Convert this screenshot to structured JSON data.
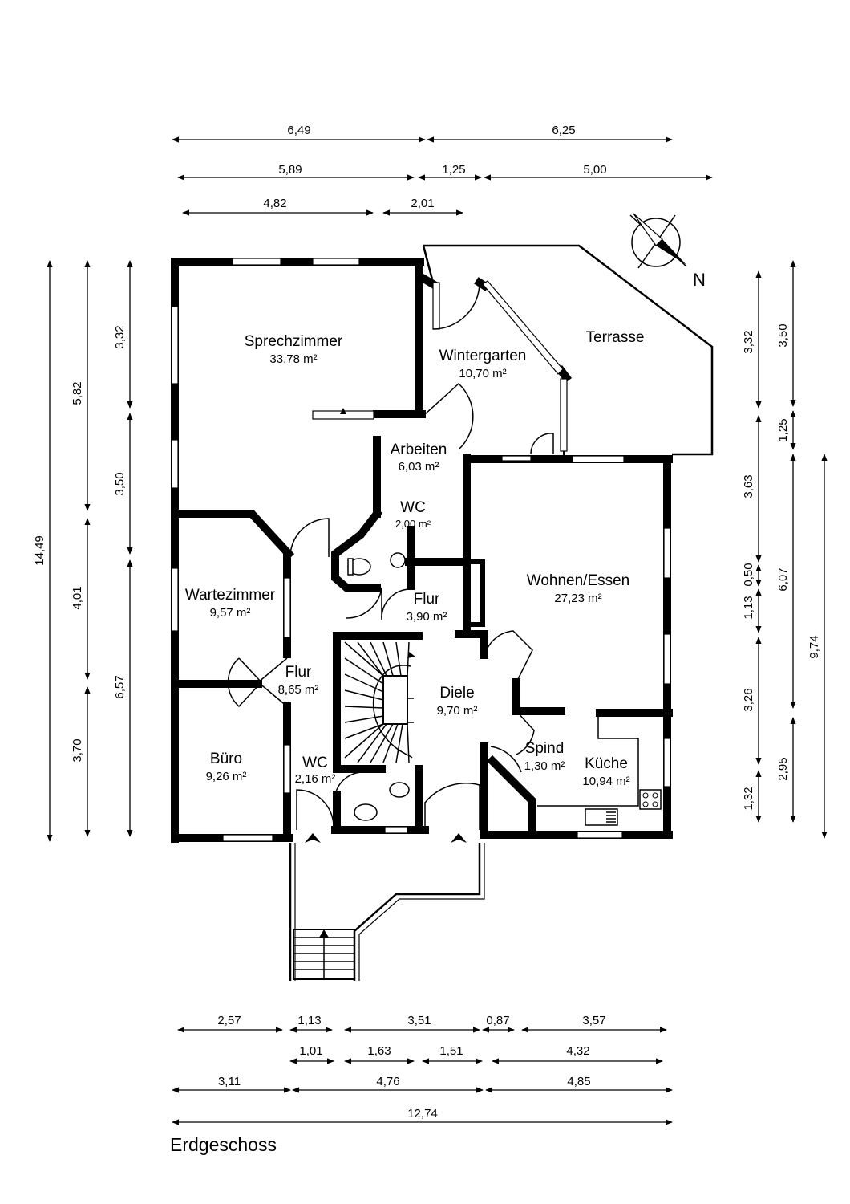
{
  "title": "Erdgeschoss",
  "compass": {
    "label": "N"
  },
  "rooms": [
    {
      "name": "Sprechzimmer",
      "area": "33,78 m²"
    },
    {
      "name": "Wintergarten",
      "area": "10,70 m²"
    },
    {
      "name": "Terrasse",
      "area": ""
    },
    {
      "name": "Arbeiten",
      "area": "6,03 m²"
    },
    {
      "name": "WC",
      "area": "2,00 m²"
    },
    {
      "name": "Wartezimmer",
      "area": "9,57 m²"
    },
    {
      "name": "Flur",
      "area": "3,90 m²"
    },
    {
      "name": "Wohnen/Essen",
      "area": "27,23 m²"
    },
    {
      "name": "Flur",
      "area": "8,65 m²"
    },
    {
      "name": "Diele",
      "area": "9,70 m²"
    },
    {
      "name": "Spind",
      "area": "1,30 m²"
    },
    {
      "name": "Büro",
      "area": "9,26 m²"
    },
    {
      "name": "WC",
      "area": "2,16 m²"
    },
    {
      "name": "Küche",
      "area": "10,94 m²"
    }
  ],
  "dimensions": {
    "top_row1": [
      "6,49",
      "6,25"
    ],
    "top_row2": [
      "5,89",
      "1,25",
      "5,00"
    ],
    "top_row3": [
      "4,82",
      "2,01"
    ],
    "left_outer": [
      "14,49"
    ],
    "left_mid": [
      "5,82",
      "4,01",
      "3,70"
    ],
    "left_inner": [
      "3,32",
      "3,50",
      "6,57"
    ],
    "right_inner": [
      "3,32",
      "3,63",
      "0,50",
      "1,13",
      "3,26",
      "1,32"
    ],
    "right_mid": [
      "3,50",
      "1,25",
      "6,07",
      "2,95"
    ],
    "right_outer": [
      "9,74"
    ],
    "bottom_row1": [
      "2,57",
      "1,13",
      "3,51",
      "0,87",
      "3,57"
    ],
    "bottom_row2": [
      "1,01",
      "1,63",
      "1,51",
      "4,32"
    ],
    "bottom_row3": [
      "3,11",
      "4,76",
      "4,85"
    ],
    "bottom_row4": [
      "12,74"
    ]
  }
}
